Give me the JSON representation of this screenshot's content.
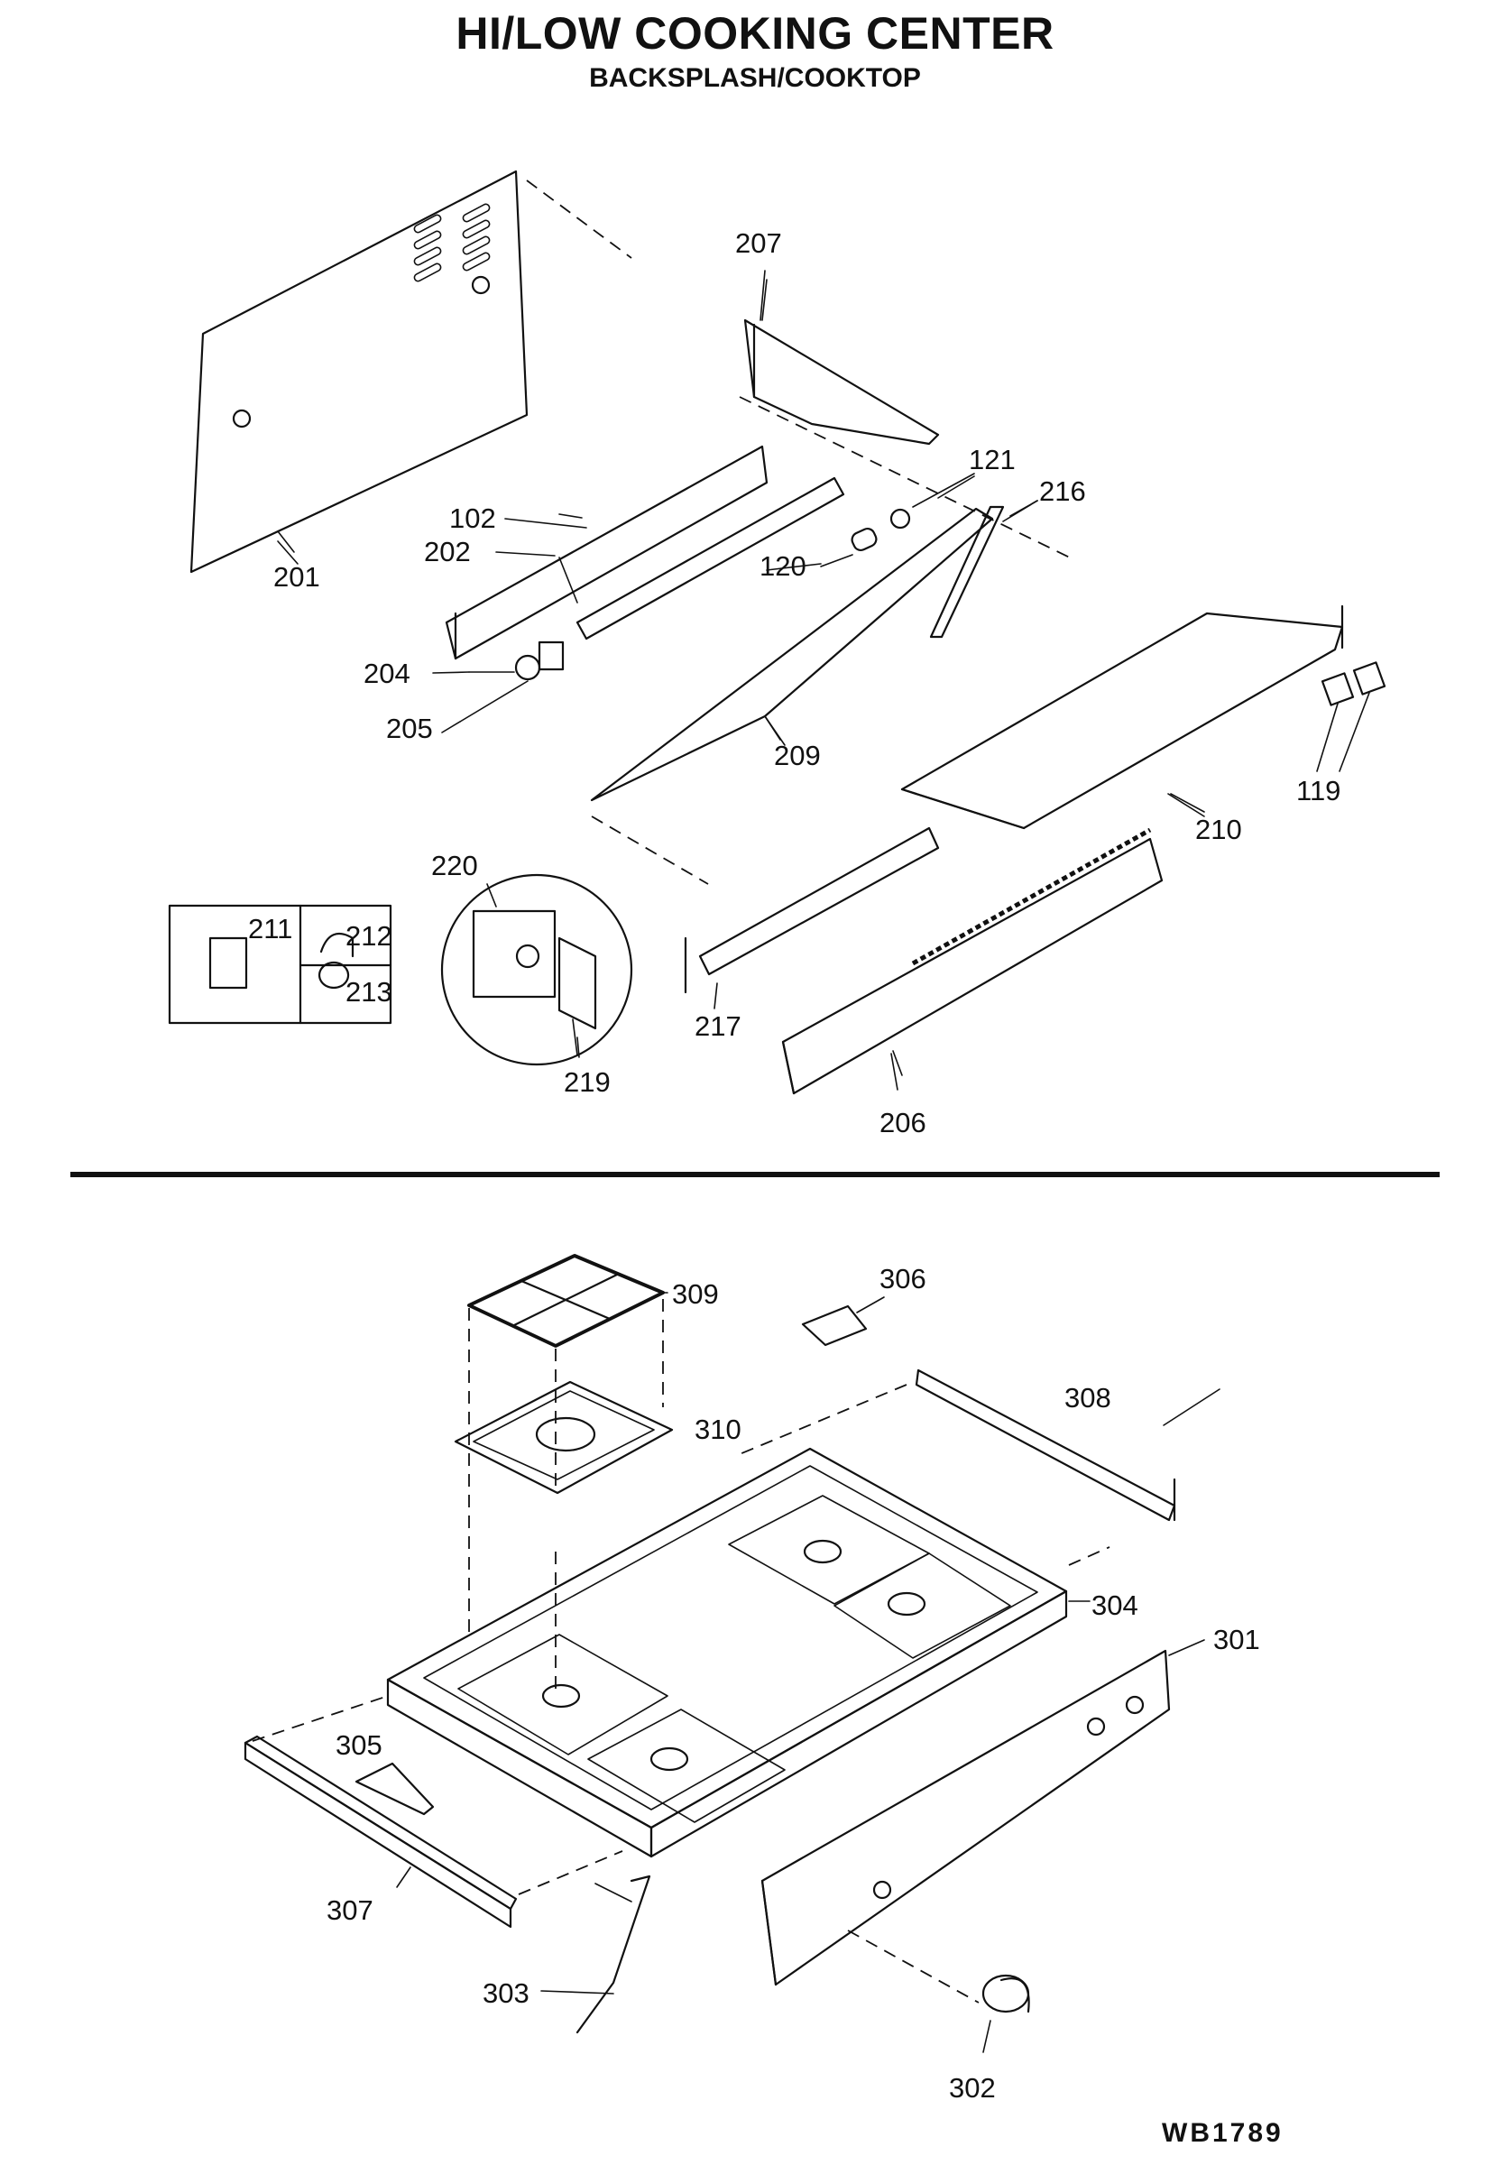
{
  "header": {
    "title": "HI/LOW COOKING CENTER",
    "subtitle": "BACKSPLASH/COOKTOP"
  },
  "footer": {
    "code": "WB1789"
  },
  "labels": {
    "p201": "201",
    "p207": "207",
    "p121": "121",
    "p216": "216",
    "p102": "102",
    "p202": "202",
    "p120": "120",
    "p204": "204",
    "p205": "205",
    "p209": "209",
    "p210": "210",
    "p119": "119",
    "p220": "220",
    "p211": "211",
    "p212": "212",
    "p213": "213",
    "p219": "219",
    "p217": "217",
    "p206": "206",
    "p309": "309",
    "p306": "306",
    "p310": "310",
    "p308": "308",
    "p304": "304",
    "p301": "301",
    "p305": "305",
    "p307": "307",
    "p303": "303",
    "p302": "302"
  }
}
